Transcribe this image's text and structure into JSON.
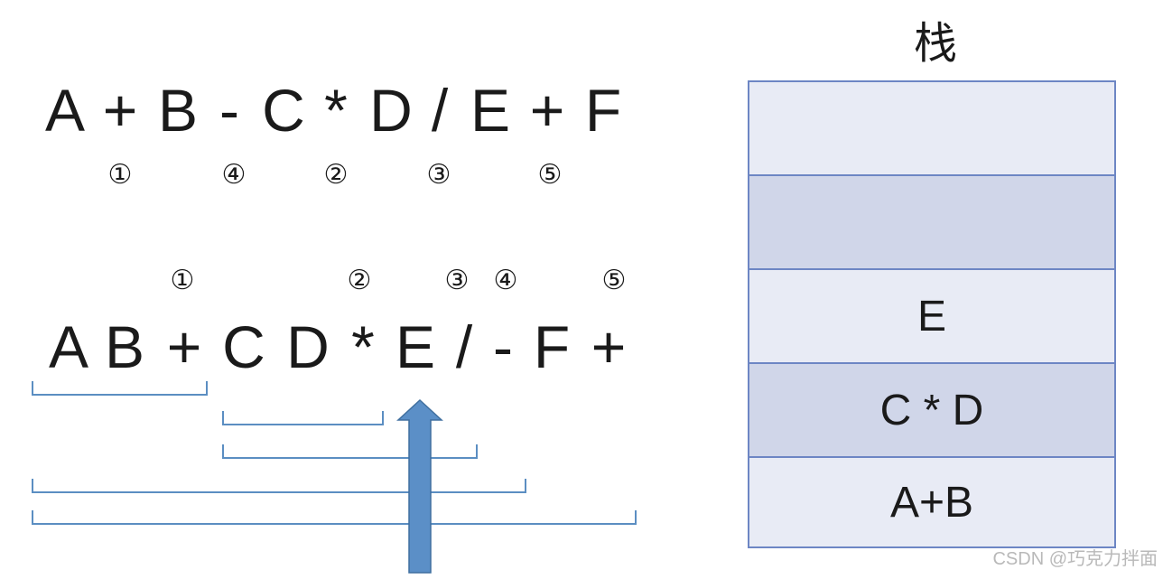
{
  "infix": {
    "tokens": [
      "A",
      "+",
      "B",
      "-",
      "C",
      "*",
      "D",
      "/",
      "E",
      "+",
      "F"
    ],
    "marks": [
      "①",
      "④",
      "②",
      "③",
      "⑤"
    ]
  },
  "postfix": {
    "tokens": [
      "A",
      "B",
      "+",
      "C",
      "D",
      "*",
      "E",
      "/",
      "-",
      "F",
      "+"
    ],
    "marks": [
      "①",
      "②",
      "③",
      "④",
      "⑤"
    ]
  },
  "stack": {
    "title": "栈",
    "slots": [
      "",
      "",
      "E",
      "C * D",
      "A+B"
    ]
  },
  "colors": {
    "bracket": "#5b8ec2",
    "arrow": "#5b8fc7",
    "arrow_edge": "#3f6f9f",
    "stack_border": "#6d86c4"
  },
  "watermark": "CSDN @巧克力拌面"
}
